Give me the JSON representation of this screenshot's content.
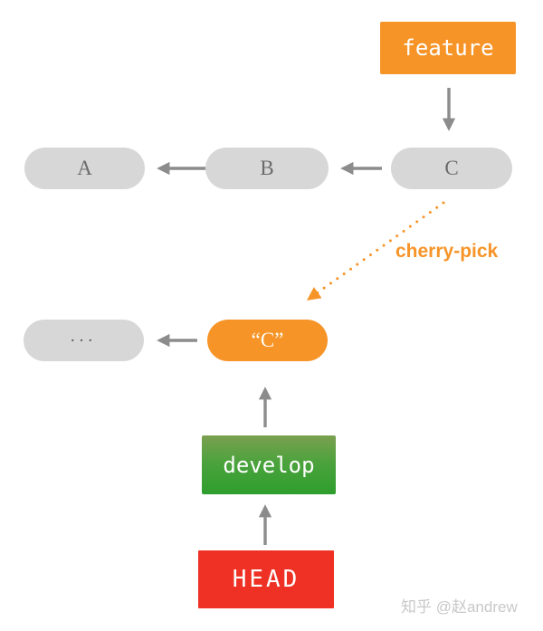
{
  "diagram": {
    "type": "git-cherry-pick-illustration",
    "feature_box": {
      "label": "feature"
    },
    "commits": {
      "top": [
        {
          "label": "A"
        },
        {
          "label": "B"
        },
        {
          "label": "C"
        }
      ],
      "bottom": [
        {
          "label": "..."
        },
        {
          "label": "“C”"
        }
      ]
    },
    "cherry_pick": {
      "label": "cherry-pick"
    },
    "develop_box": {
      "label": "develop"
    },
    "head_box": {
      "label": "HEAD"
    },
    "watermark": {
      "text": "知乎 @赵andrew"
    },
    "arrows": [
      {
        "from": "feature",
        "to": "commit-C",
        "style": "solid-gray",
        "direction": "down"
      },
      {
        "from": "commit-B",
        "to": "commit-A",
        "style": "solid-gray",
        "direction": "left"
      },
      {
        "from": "commit-C",
        "to": "commit-B",
        "style": "solid-gray",
        "direction": "left"
      },
      {
        "from": "commit-C-copy",
        "to": "commit-dots",
        "style": "solid-gray",
        "direction": "left"
      },
      {
        "from": "commit-C",
        "to": "commit-C-copy",
        "style": "dotted-orange",
        "direction": "down-left"
      },
      {
        "from": "develop",
        "to": "commit-C-copy",
        "style": "solid-gray",
        "direction": "up"
      },
      {
        "from": "HEAD",
        "to": "develop",
        "style": "solid-gray",
        "direction": "up"
      }
    ],
    "colors": {
      "orange": "#F69428",
      "red": "#EE3124",
      "green_top": "#7BA050",
      "green_bottom": "#2E9E2E",
      "pill-gray": "#D7D7D7",
      "arrow-gray": "#8C8C8C",
      "pill_text_gray": "#6B6B6B",
      "watermark_gray": "#C8C8C8"
    }
  }
}
